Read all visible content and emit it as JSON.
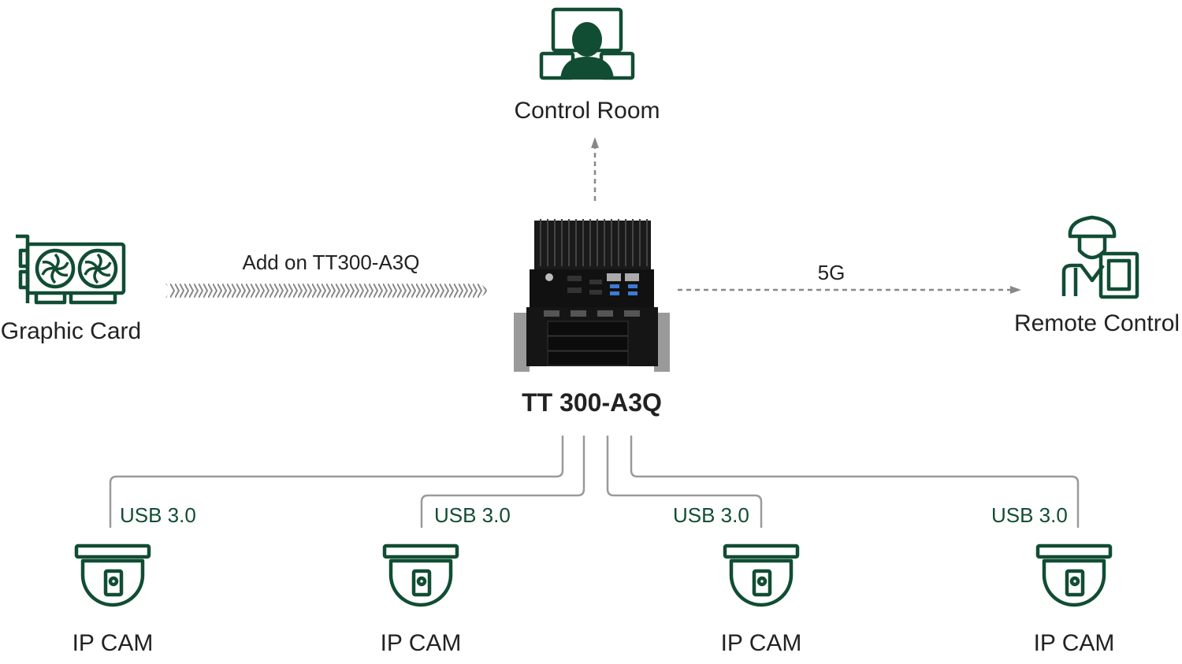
{
  "nodes": {
    "control_room": "Control Room",
    "graphic_card": "Graphic Card",
    "remote_control": "Remote Control",
    "device": "TT 300-A3Q"
  },
  "links": {
    "addon": "Add on TT300-A3Q",
    "wireless": "5G",
    "usb": [
      "USB 3.0",
      "USB 3.0",
      "USB 3.0",
      "USB 3.0"
    ]
  },
  "cameras": [
    "IP CAM",
    "IP CAM",
    "IP CAM",
    "IP CAM"
  ],
  "colors": {
    "accent": "#114d33",
    "line": "#999999",
    "text": "#222222"
  }
}
